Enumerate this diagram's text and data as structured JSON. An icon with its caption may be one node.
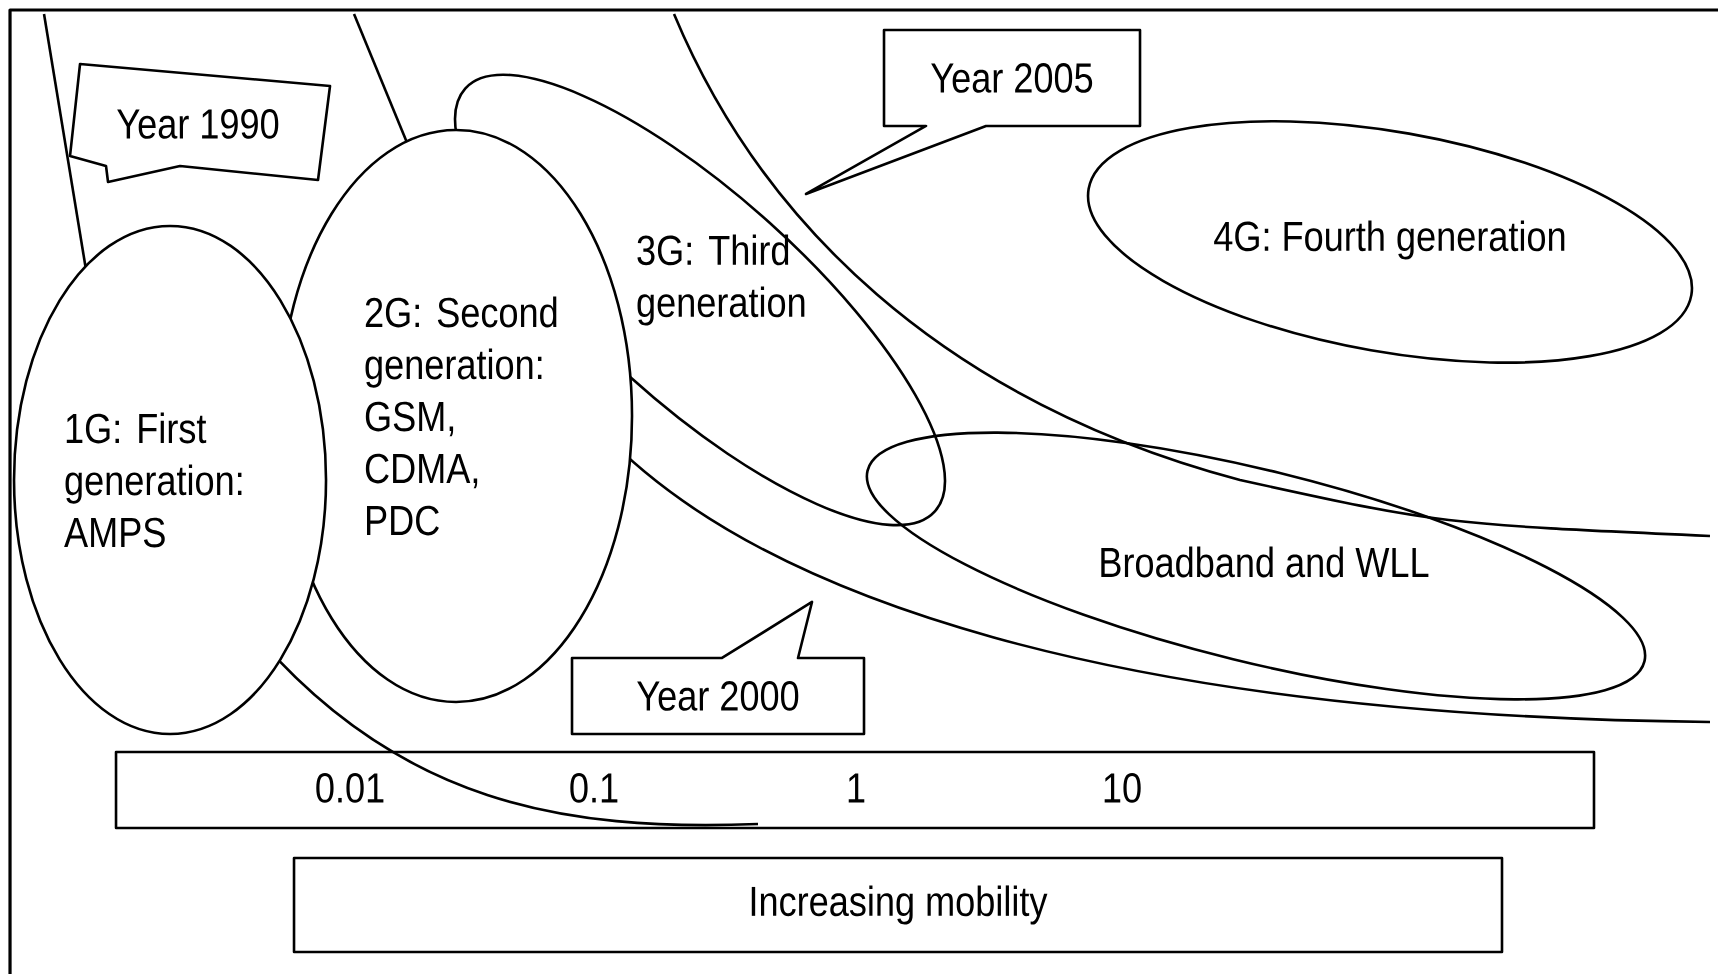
{
  "diagram": {
    "nodes": [
      {
        "text": [
          "Year 1990"
        ]
      },
      {
        "text": [
          "1G: First generation: AMPS"
        ]
      },
      {
        "text": [
          "2G: Second generation: GSM, CDMA, PDC"
        ]
      },
      {
        "text": [
          "3G: Third generation"
        ]
      },
      {
        "text": [
          "Year 2005"
        ]
      },
      {
        "text": [
          "4G: Fourth generation"
        ]
      },
      {
        "text": [
          "Broadband and WLL"
        ]
      },
      {
        "text": [
          "Year 2000"
        ]
      },
      {
        "text": [
          "0.01",
          "0.1",
          "1",
          "10"
        ]
      },
      {
        "text": [
          "Increasing mobility"
        ]
      }
    ]
  }
}
